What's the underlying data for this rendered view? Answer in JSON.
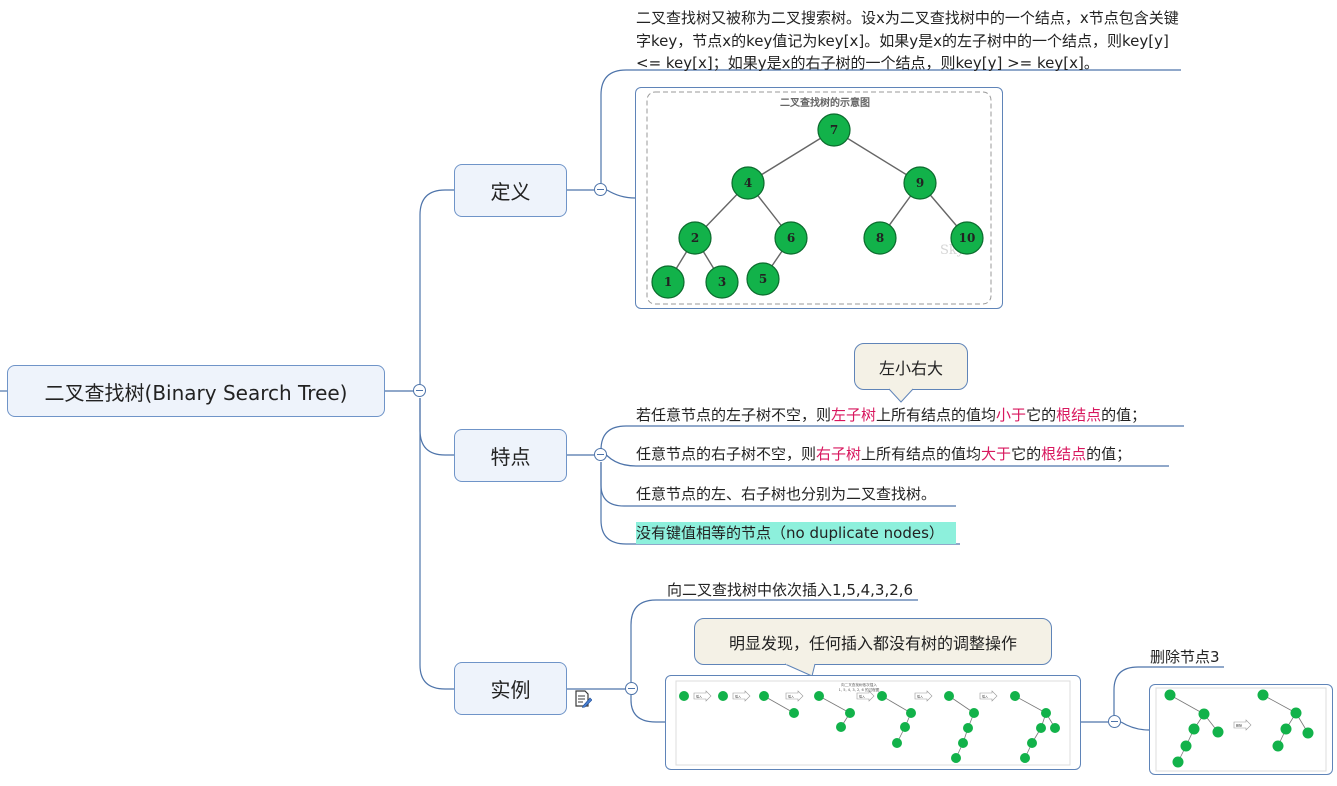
{
  "root": {
    "label": "二叉查找树(Binary Search Tree)"
  },
  "branches": {
    "definition": {
      "label": "定义",
      "text": "二叉查找树又被称为二叉搜索树。设x为二叉查找树中的一个结点，x节点包含关键字key，节点x的key值记为key[x]。如果y是x的左子树中的一个结点，则key[y] <= key[x]；如果y是x的右子树的一个结点，则key[y] >= key[x]。",
      "image": {
        "title": "二叉查找树的示意图",
        "watermark": "Sky",
        "nodes": [
          "7",
          "4",
          "9",
          "2",
          "6",
          "8",
          "10",
          "1",
          "3",
          "5"
        ]
      }
    },
    "features": {
      "label": "特点",
      "callout": "左小右大",
      "items": [
        {
          "p1": "若任意节点的左子树不空，则",
          "r1": "左子树",
          "p2": "上所有结点的值均",
          "r2": "小于",
          "p3": "它的",
          "r3": "根结点",
          "p4": "的值；"
        },
        {
          "p1": "任意节点的右子树不空，则",
          "r1": "右子树",
          "p2": "上所有结点的值均",
          "r2": "大于",
          "p3": "它的",
          "r3": "根结点",
          "p4": "的值；"
        }
      ],
      "item3": "任意节点的左、右子树也分别为二叉查找树。",
      "item4": "没有键值相等的节点（no duplicate nodes）"
    },
    "example": {
      "label": "实例",
      "insert_label": "向二叉查找树中依次插入1,5,4,3,2,6",
      "callout": "明显发现，任何插入都没有树的调整操作",
      "insert_image": {
        "caption_line1": "向二叉查找树依次插入",
        "caption_line2": "1, 5, 4, 3, 2, 6 的过程图",
        "arrow_label": "插入"
      },
      "delete_label": "删除节点3",
      "delete_image": {
        "arrow_label": "删除"
      }
    }
  },
  "colors": {
    "node_green": "#12b24a",
    "node_stroke": "#0b6b2d",
    "branch_line": "#4e74aa",
    "highlight_red": "#d8175e",
    "highlight_bg": "#8df0dc"
  }
}
